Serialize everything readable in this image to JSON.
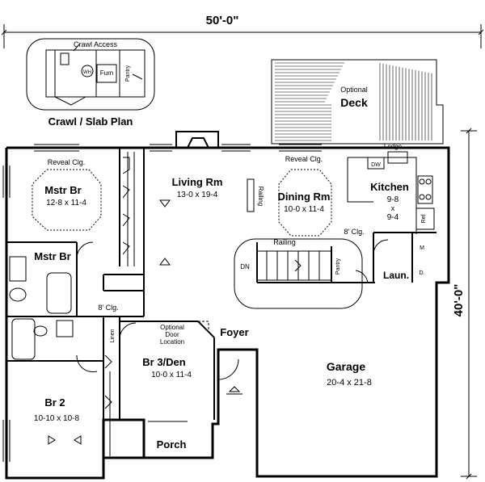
{
  "dimensions": {
    "width": "50'-0\"",
    "depth": "40'-0\""
  },
  "crawl_plan": {
    "title": "Crawl / Slab Plan",
    "access_label": "Crawl Access",
    "wh_label": "WH",
    "furn_label": "Furn",
    "pantry_label": "Pantry"
  },
  "rooms": {
    "deck": {
      "note": "Optional",
      "name": "Deck"
    },
    "mstr_br": {
      "note": "Reveal Clg.",
      "name": "Mstr Br",
      "size": "12-8 x 11-4"
    },
    "living": {
      "name": "Living Rm",
      "size": "13-0 x 19-4"
    },
    "dining": {
      "note": "Reveal Clg.",
      "name": "Dining Rm",
      "size": "10-0 x 11-4"
    },
    "kitchen": {
      "name": "Kitchen",
      "w": "9-8",
      "x": "x",
      "h": "9-4"
    },
    "mstr_bath": {
      "name": "Mstr Br"
    },
    "br3": {
      "name": "Br 3/Den",
      "size": "10-0 x 11-4"
    },
    "br2": {
      "name": "Br 2",
      "size": "10-10 x 10-8"
    },
    "garage": {
      "name": "Garage",
      "size": "20-4 x 21-8"
    },
    "foyer": {
      "name": "Foyer"
    },
    "porch": {
      "name": "Porch"
    },
    "laundry": {
      "name": "Laun."
    }
  },
  "labels": {
    "ledge": "Ledge",
    "dw": "DW",
    "ref": "Ref",
    "railing_v": "Railing",
    "railing_h": "Railing",
    "clg_kitchen": "8' Clg.",
    "clg_hall": "8' Clg.",
    "dn": "DN",
    "pantry": "Pantry",
    "linen": "Linen",
    "optional_door": "Optional",
    "door_word": "Door",
    "location_word": "Location",
    "m": "M",
    "d": "D."
  }
}
